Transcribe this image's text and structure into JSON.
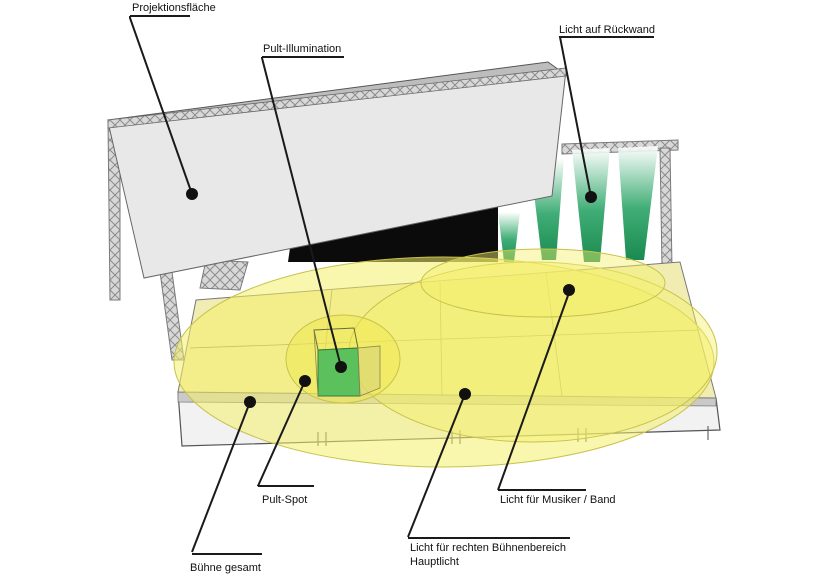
{
  "labels": {
    "projection": "Projektionsfläche",
    "desk_illumination": "Pult-Illumination",
    "back_wall_light": "Licht auf Rückwand",
    "desk_spot": "Pult-Spot",
    "stage_total": "Bühne gesamt",
    "musicians_light": "Licht für Musiker / Band",
    "right_area_line1": "Licht für rechten Bühnenbereich",
    "right_area_line2": "Hauptlicht"
  },
  "colors": {
    "light_yellow": "#f4ef6a",
    "desk_green": "#5cc15c",
    "beam_green": "#1f9a5a",
    "screen_gray": "#e6e6e6",
    "truss_gray": "#9a9a9a",
    "leader_line": "#1a1a1a"
  }
}
